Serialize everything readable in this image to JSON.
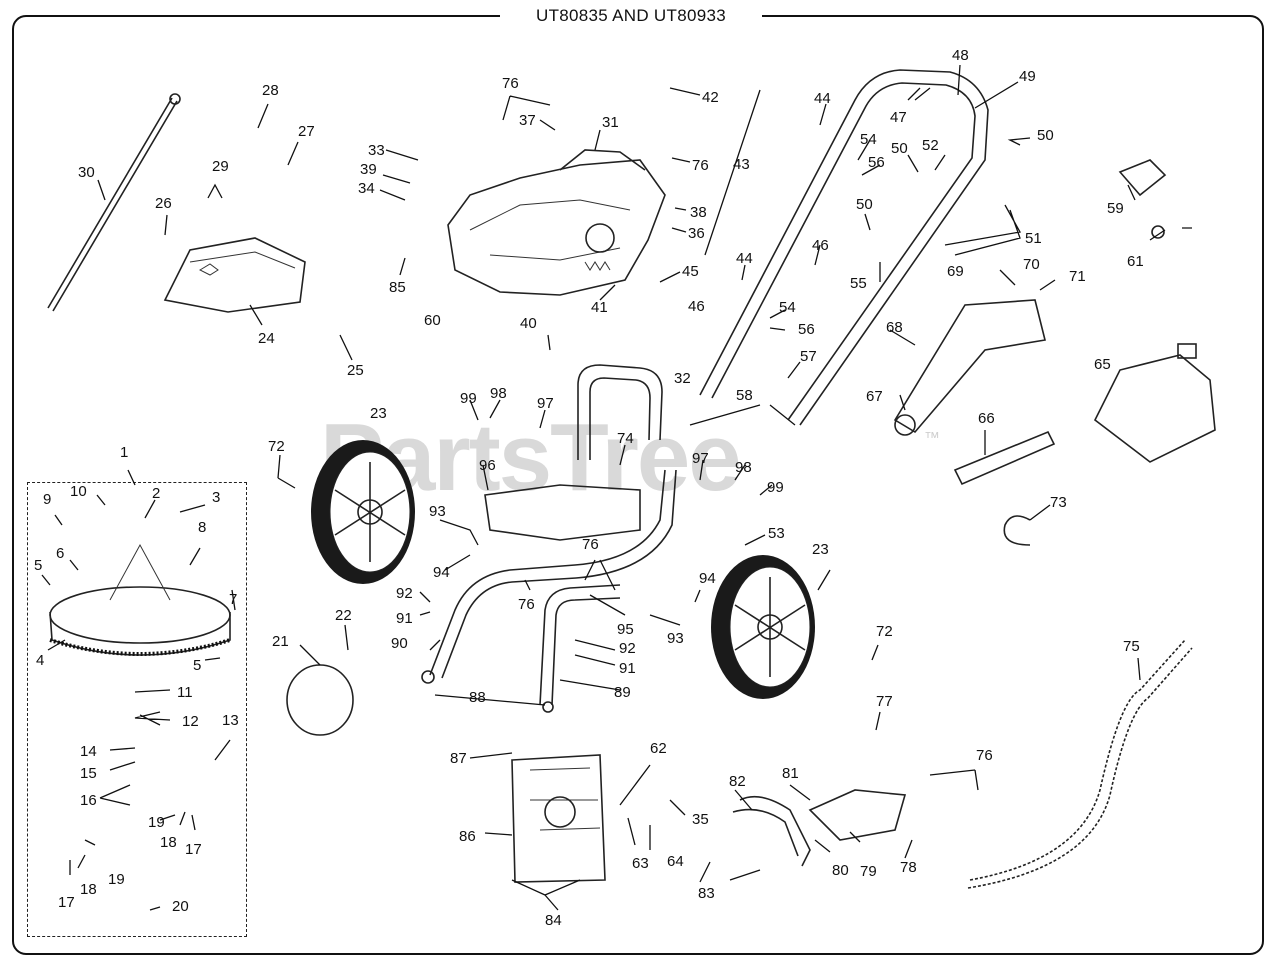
{
  "title": "UT80835 AND UT80933",
  "watermark": {
    "brand": "PartsTree",
    "trademark": "™"
  },
  "parts": {
    "p1": "1",
    "p2": "2",
    "p3": "3",
    "p4": "4",
    "p5a": "5",
    "p5b": "5",
    "p6": "6",
    "p7": "7",
    "p8": "8",
    "p9": "9",
    "p10": "10",
    "p11": "11",
    "p12": "12",
    "p13": "13",
    "p14": "14",
    "p15": "15",
    "p16": "16",
    "p17a": "17",
    "p17b": "17",
    "p18a": "18",
    "p18b": "18",
    "p19a": "19",
    "p19b": "19",
    "p20": "20",
    "p21": "21",
    "p22": "22",
    "p23a": "23",
    "p23b": "23",
    "p24": "24",
    "p25": "25",
    "p26": "26",
    "p27": "27",
    "p28": "28",
    "p29": "29",
    "p30": "30",
    "p31": "31",
    "p32": "32",
    "p33": "33",
    "p34": "34",
    "p35": "35",
    "p36": "36",
    "p37": "37",
    "p38": "38",
    "p39": "39",
    "p40": "40",
    "p41": "41",
    "p42": "42",
    "p43": "43",
    "p44a": "44",
    "p44b": "44",
    "p45": "45",
    "p46a": "46",
    "p46b": "46",
    "p47": "47",
    "p48": "48",
    "p49": "49",
    "p50a": "50",
    "p50b": "50",
    "p50c": "50",
    "p51": "51",
    "p52": "52",
    "p53": "53",
    "p54a": "54",
    "p54b": "54",
    "p55": "55",
    "p56a": "56",
    "p56b": "56",
    "p57": "57",
    "p58": "58",
    "p59": "59",
    "p60": "60",
    "p61": "61",
    "p62": "62",
    "p63": "63",
    "p64": "64",
    "p65": "65",
    "p66": "66",
    "p67": "67",
    "p68": "68",
    "p69": "69",
    "p70": "70",
    "p71": "71",
    "p72a": "72",
    "p72b": "72",
    "p73": "73",
    "p74": "74",
    "p75": "75",
    "p76a": "76",
    "p76b": "76",
    "p76c": "76",
    "p76d": "76",
    "p76e": "76",
    "p77": "77",
    "p78": "78",
    "p79": "79",
    "p80": "80",
    "p81": "81",
    "p82": "82",
    "p83": "83",
    "p84": "84",
    "p85": "85",
    "p86": "86",
    "p87": "87",
    "p88": "88",
    "p89": "89",
    "p90": "90",
    "p91a": "91",
    "p91b": "91",
    "p92a": "92",
    "p92b": "92",
    "p93a": "93",
    "p93b": "93",
    "p94a": "94",
    "p94b": "94",
    "p95": "95",
    "p96": "96",
    "p97a": "97",
    "p97b": "97",
    "p98a": "98",
    "p98b": "98",
    "p99a": "99",
    "p99b": "99"
  }
}
